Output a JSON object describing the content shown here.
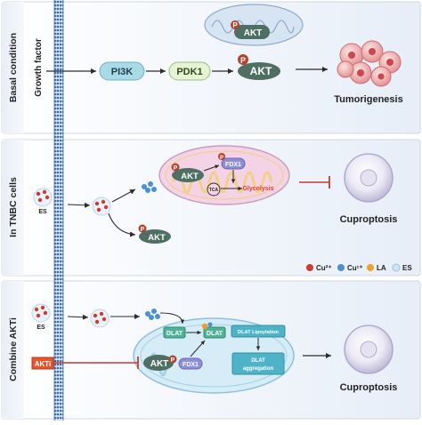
{
  "panels": {
    "basal": {
      "side_label": "Basal condition",
      "input_label": "Growth factor",
      "nodes": {
        "pi3k": "PI3K",
        "pdk1": "PDK1",
        "akt": "AKT",
        "akt_mito": "AKT",
        "p": "P"
      },
      "outcome": "Tumorigenesis"
    },
    "tnbc": {
      "side_label": "In TNBC cells",
      "es_label": "ES",
      "nodes": {
        "akt_mito": "AKT",
        "fdx1": "FDX1",
        "tca": "TCA",
        "glycolysis": "Glycolysis",
        "akt_cyto": "AKT",
        "p": "P"
      },
      "outcome": "Cuproptosis"
    },
    "combine": {
      "side_label": "Combine AKTi",
      "es_label": "ES",
      "akti_label": "AKTi",
      "nodes": {
        "dlat1": "DLAT",
        "dlat2": "DLAT",
        "akt": "AKT",
        "fdx1": "FDX1",
        "lipoylation": "DLAT Lipoylation",
        "aggregation_line1": "DLAT",
        "aggregation_line2": "aggregation",
        "p": "P"
      },
      "outcome": "Cuproptosis"
    }
  },
  "legend": [
    {
      "label": "Cu²⁺",
      "color": "#d23a2e"
    },
    {
      "label": "Cu¹⁺",
      "color": "#4a8fd8"
    },
    {
      "label": "LA",
      "color": "#f0a02a"
    },
    {
      "label": "ES",
      "color": "#cfe4f4"
    }
  ],
  "colors": {
    "panel_border": "#cfd8e6",
    "membrane": "#3d6fb0",
    "akt_fill": "#4f6f63",
    "p_fill": "#b0442e",
    "inhibit": "#c23a36",
    "tnbc_mito": "#f3d3e5",
    "combine_mito": "#d6ecf7"
  }
}
